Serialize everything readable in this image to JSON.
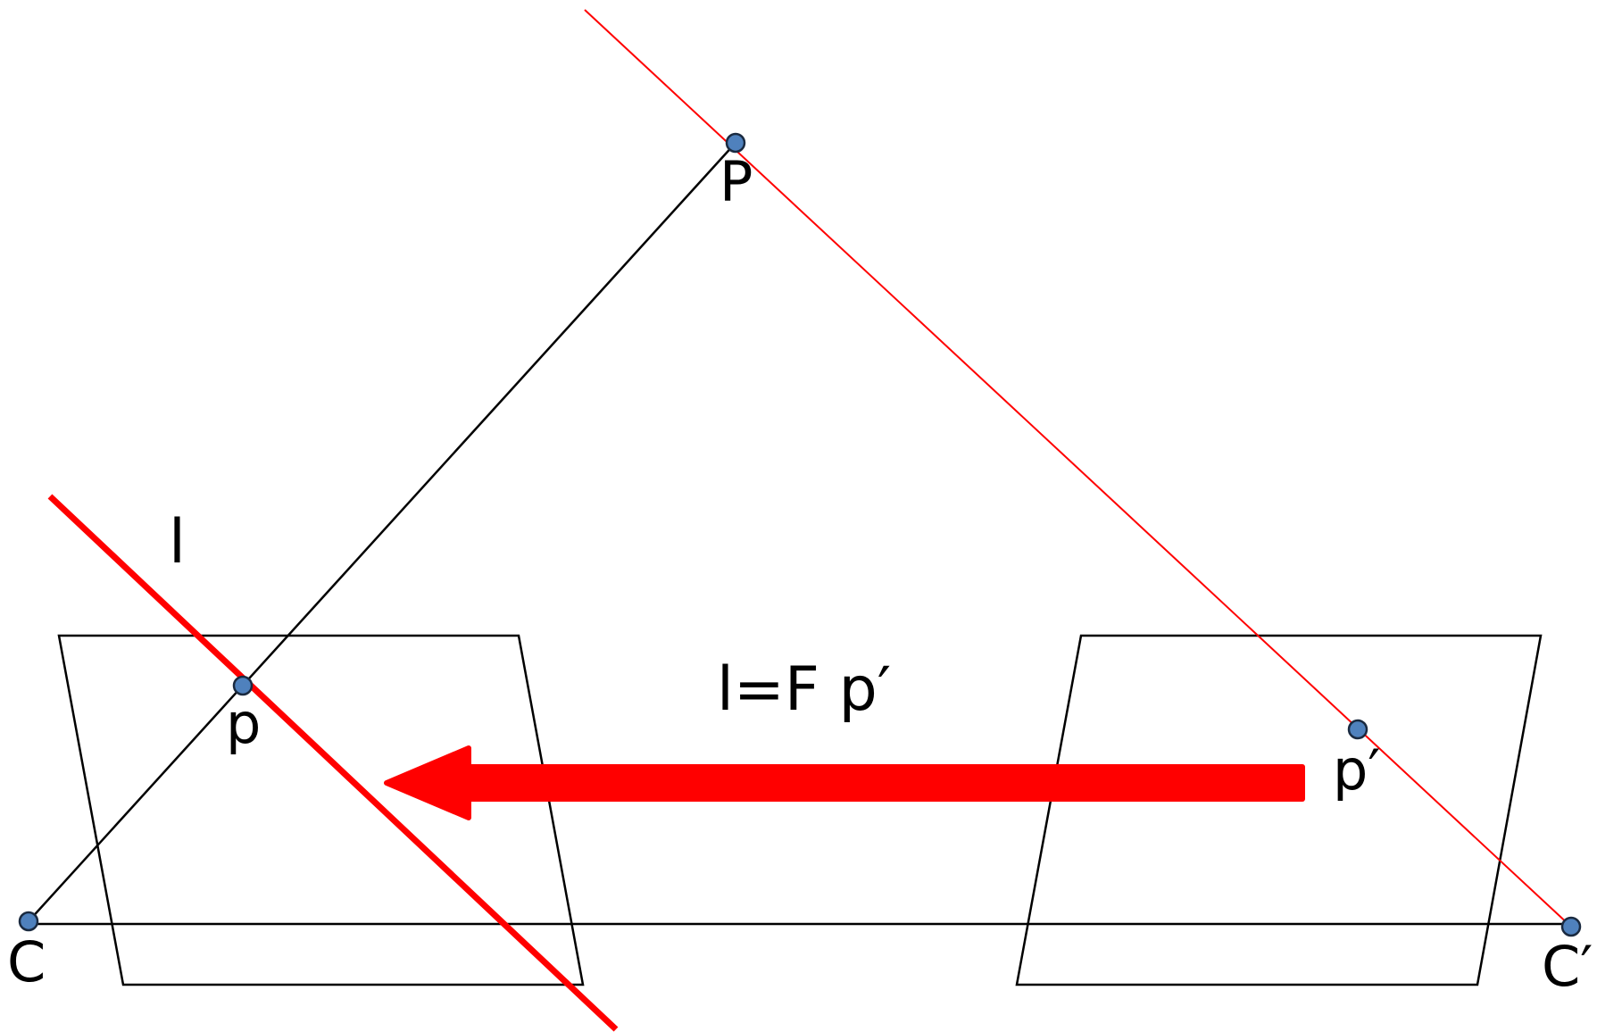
{
  "labels": {
    "P": "P",
    "p": "p",
    "p_prime": "p′",
    "C": "C",
    "C_prime": "C′",
    "l": "l",
    "equation": "l=F p′"
  },
  "colors": {
    "line": "#000000",
    "epipolar": "#ff0000",
    "point_fill": "#4f81bd",
    "point_stroke": "#1a2a40",
    "background": "#ffffff"
  }
}
